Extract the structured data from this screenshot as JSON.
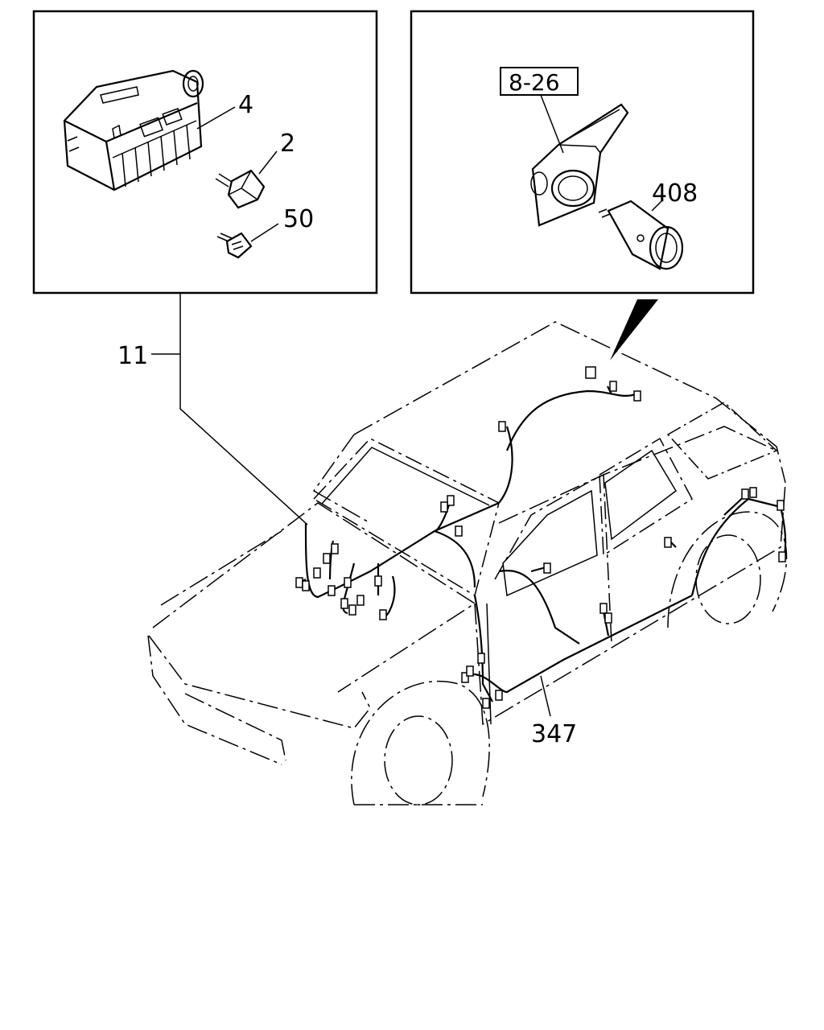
{
  "diagram": {
    "callouts": {
      "fuse_box": "4",
      "relay": "2",
      "connector": "50",
      "ref_box": "8-26",
      "lighter": "408",
      "harness_main": "11",
      "harness_body": "347"
    }
  }
}
